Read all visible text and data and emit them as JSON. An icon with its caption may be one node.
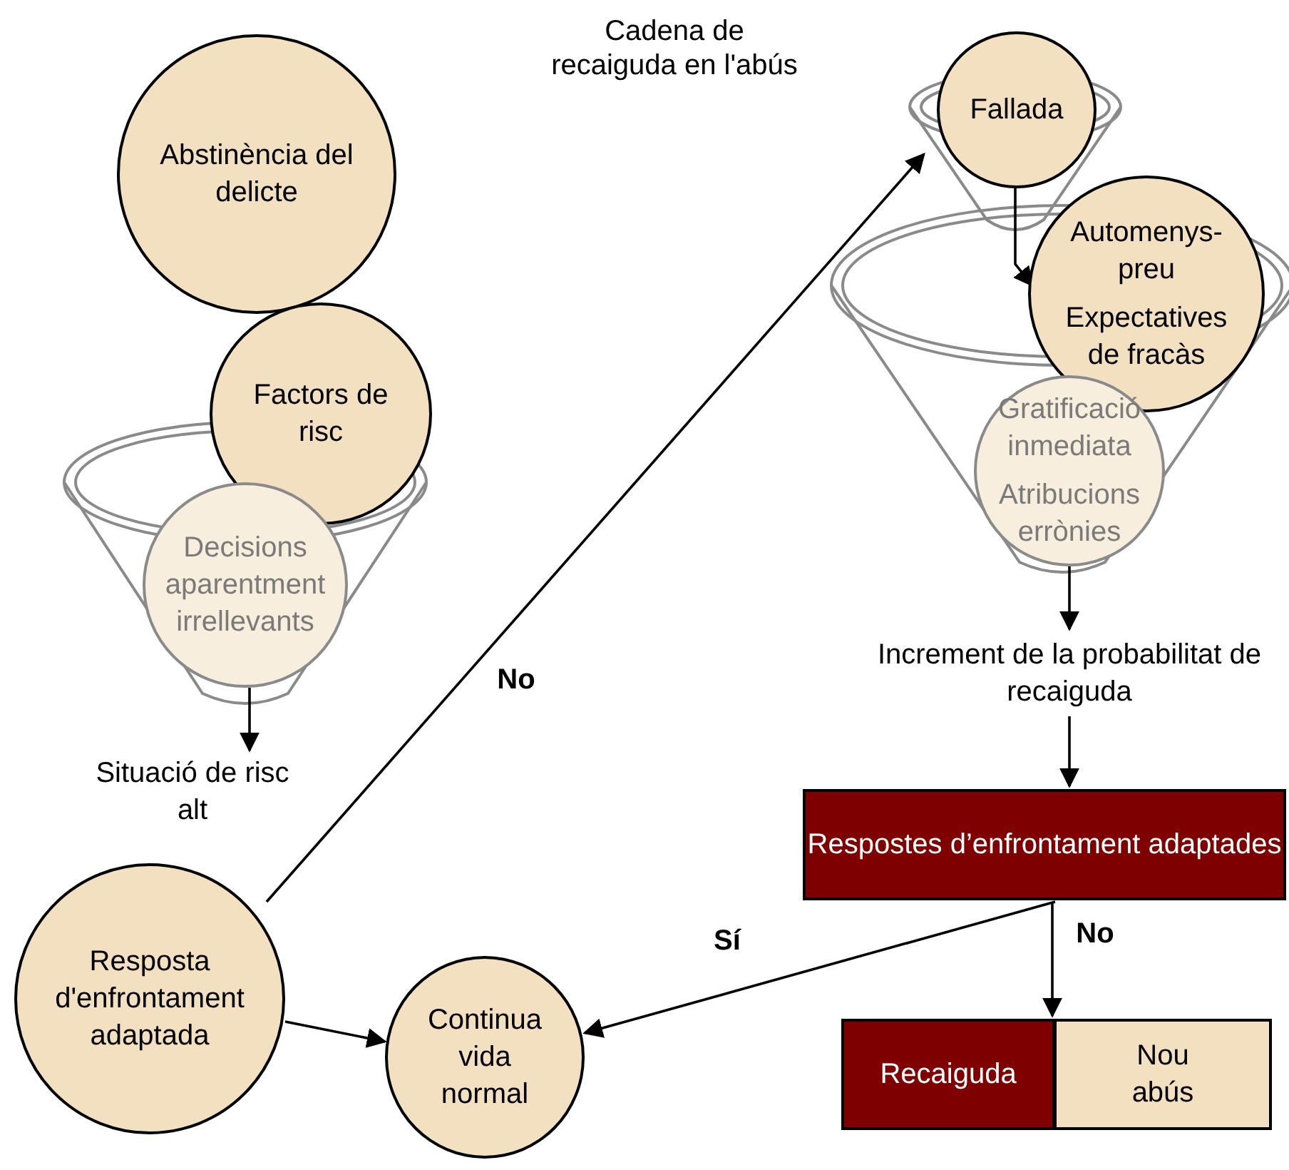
{
  "diagram": {
    "nodes": [
      {
        "text": [
          "Abstinència del delicte"
        ]
      },
      {
        "text": [
          "Factors de risc"
        ]
      },
      {
        "text": [
          "Decisions aparentment irrellevants"
        ]
      },
      {
        "text": [
          "Situació de risc alt"
        ]
      },
      {
        "text": [
          "Resposta d'enfrontament adaptada"
        ]
      },
      {
        "text": [
          "Continua vida normal"
        ]
      },
      {
        "text": [
          "Fallada"
        ]
      },
      {
        "text": [
          "Automenys-preu",
          "Expectatives de fracàs"
        ]
      },
      {
        "text": [
          "Gratificació inmediata",
          "Atribucions errònies"
        ]
      },
      {
        "text": [
          "Increment de la probabilitat de recaiguda"
        ]
      },
      {
        "text": [
          "Respostes d’enfrontament adaptades"
        ]
      },
      {
        "text": [
          "Recaiguda"
        ]
      },
      {
        "text": [
          "Nou abús"
        ]
      }
    ],
    "edges": [
      {
        "from": 2,
        "to": 3,
        "arrow": "to"
      },
      {
        "from": 4,
        "to": 6,
        "arrow": "to",
        "label": "No"
      },
      {
        "from": 4,
        "to": 5,
        "arrow": "to"
      },
      {
        "from": 6,
        "to": 7,
        "arrow": "to"
      },
      {
        "from": 8,
        "to": 9,
        "arrow": "to"
      },
      {
        "from": 9,
        "to": 10,
        "arrow": "to"
      },
      {
        "from": 10,
        "to": 5,
        "arrow": "to",
        "label": "Sí"
      },
      {
        "from": 10,
        "to": 11,
        "arrow": "to",
        "label": "No"
      }
    ],
    "labels": [
      "Cadena de recaiguda en l'abús"
    ]
  }
}
